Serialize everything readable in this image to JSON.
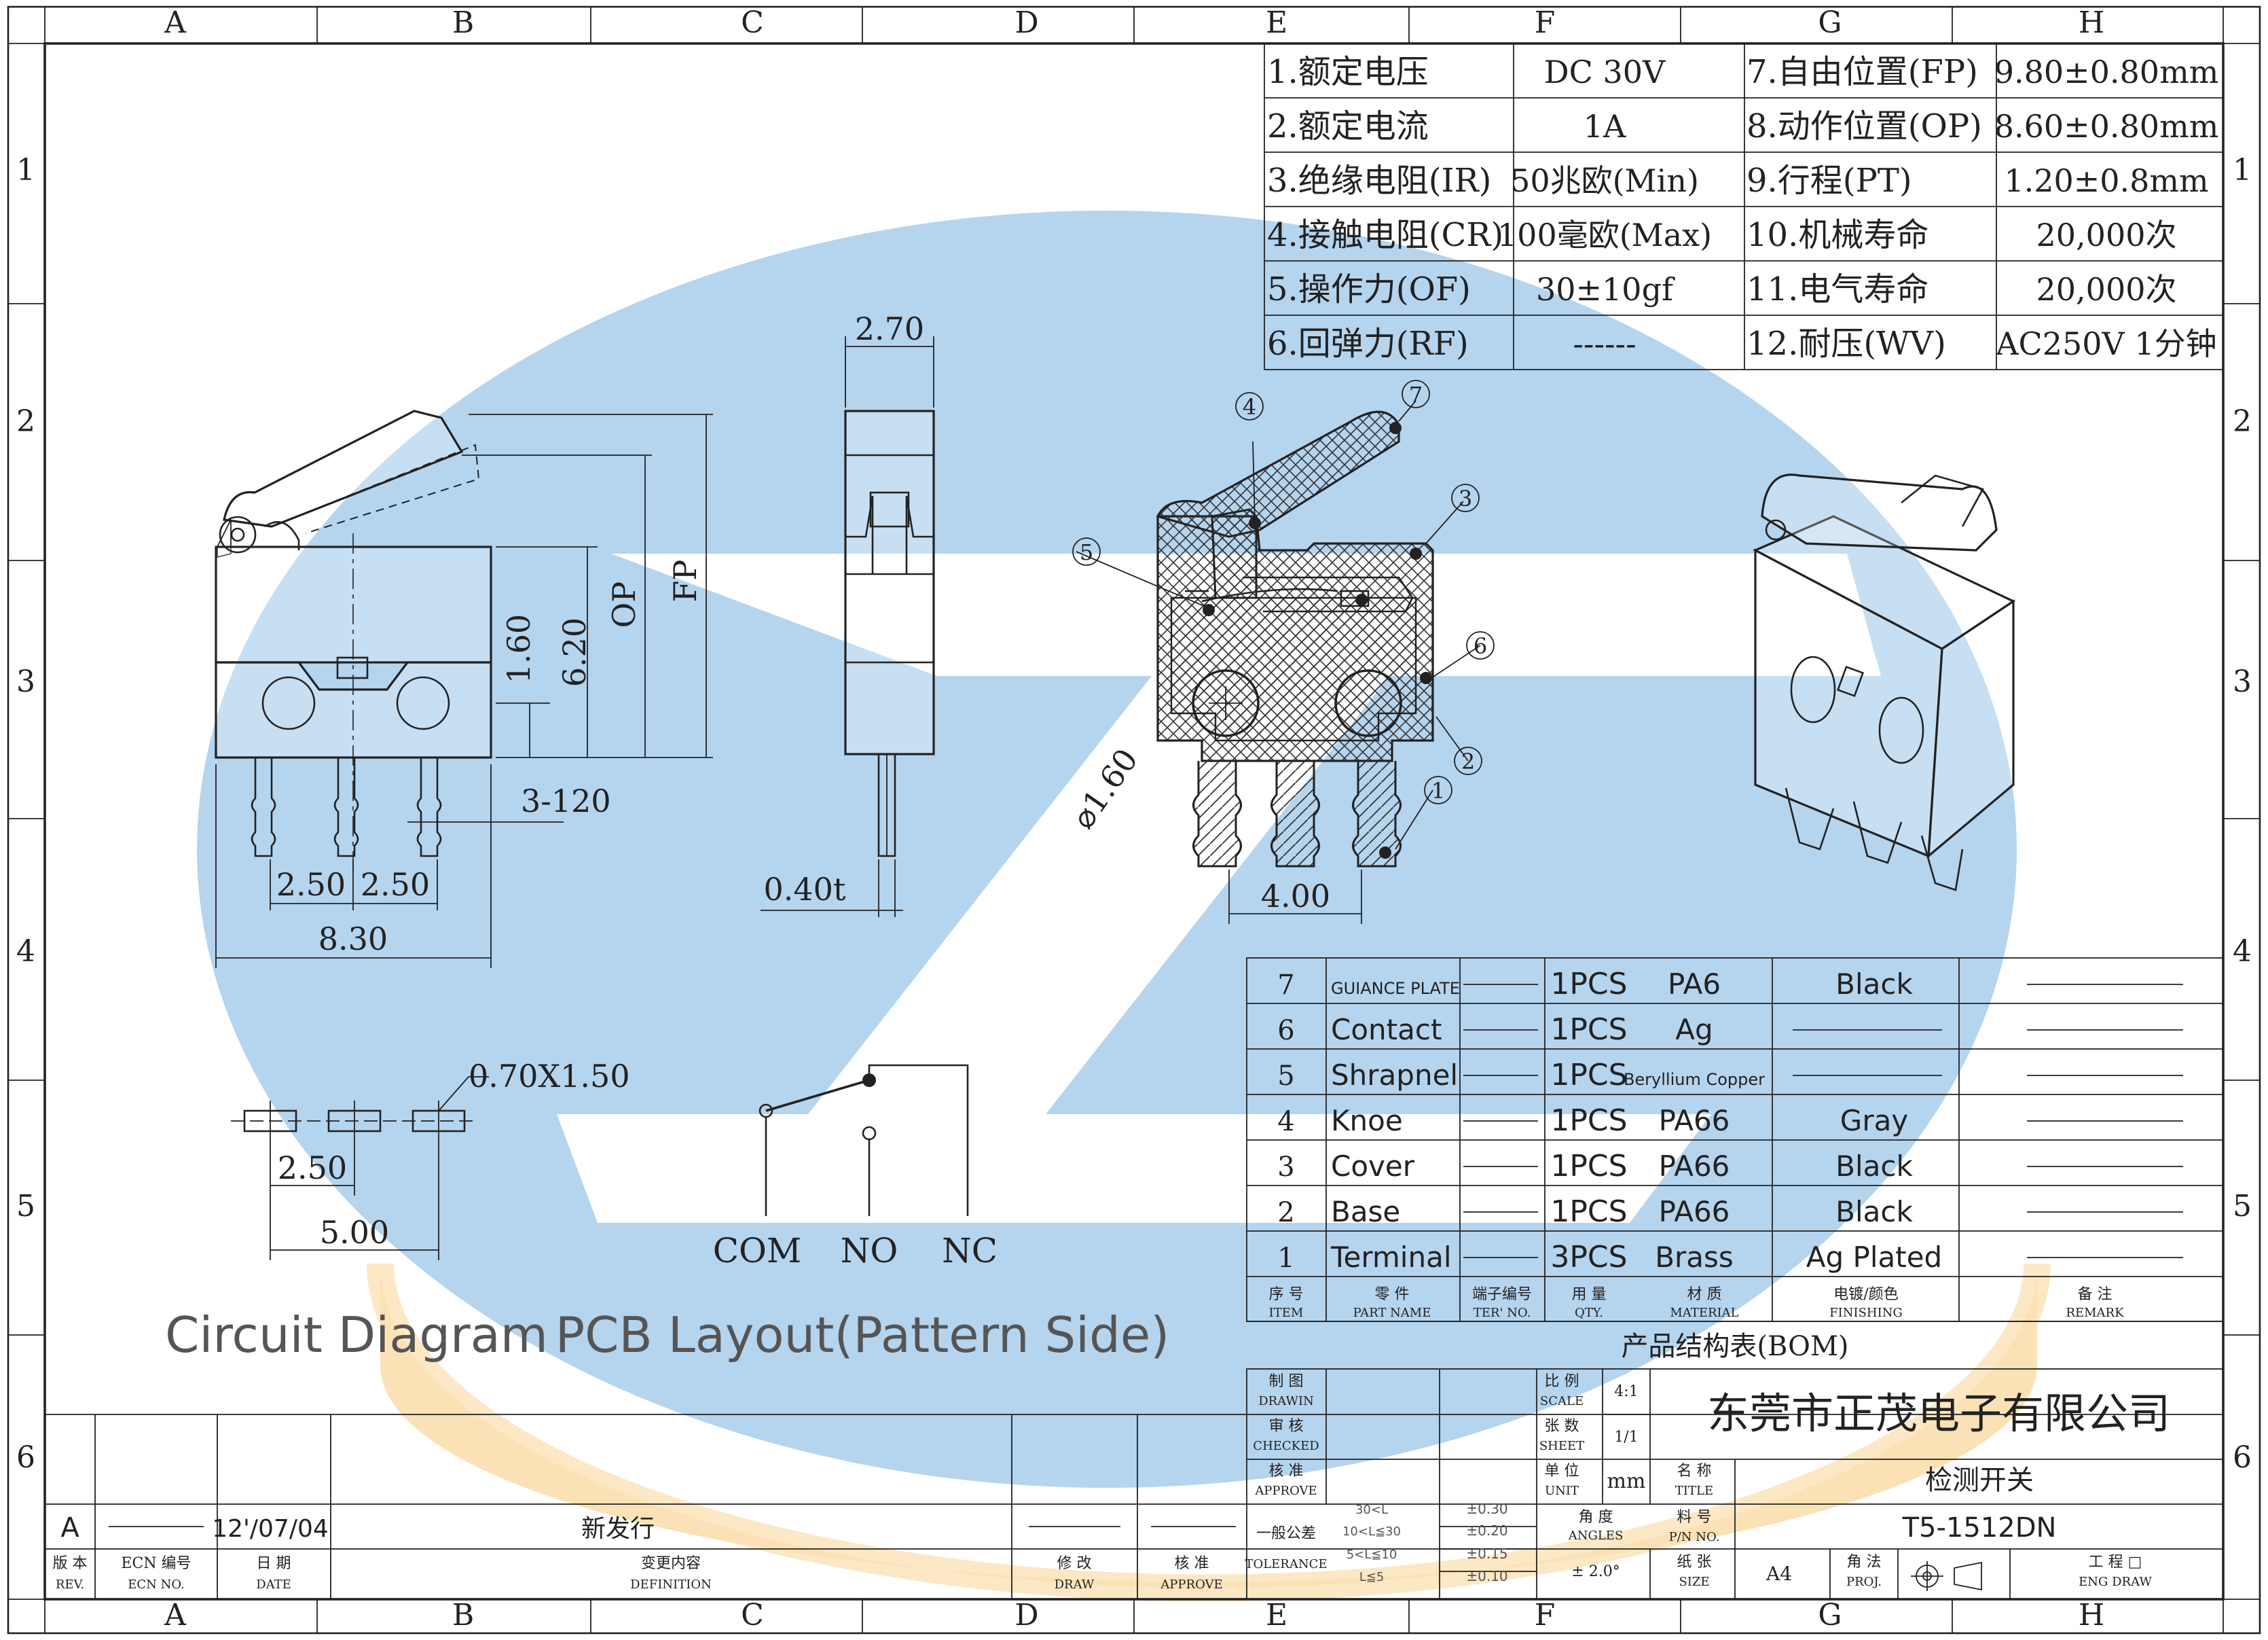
{
  "border": {
    "columns": [
      "A",
      "B",
      "C",
      "D",
      "E",
      "F",
      "G",
      "H"
    ],
    "rows": [
      "1",
      "2",
      "3",
      "4",
      "5",
      "6"
    ]
  },
  "specs": [
    {
      "label": "1.额定电压",
      "value": "DC 30V"
    },
    {
      "label": "2.额定电流",
      "value": "1A"
    },
    {
      "label": "3.绝缘电阻(IR)",
      "value": "50兆欧(Min)"
    },
    {
      "label": "4.接触电阻(CR)",
      "value": "100毫欧(Max)"
    },
    {
      "label": "5.操作力(OF)",
      "value": "30±10gf"
    },
    {
      "label": "6.回弹力(RF)",
      "value": "------"
    },
    {
      "label": "7.自由位置(FP)",
      "value": "9.80±0.80mm"
    },
    {
      "label": "8.动作位置(OP)",
      "value": "8.60±0.80mm"
    },
    {
      "label": "9.行程(PT)",
      "value": "1.20±0.8mm"
    },
    {
      "label": "10.机械寿命",
      "value": "20,000次"
    },
    {
      "label": "11.电气寿命",
      "value": "20,000次"
    },
    {
      "label": "12.耐压(WV)",
      "value": "AC250V 1分钟"
    }
  ],
  "front_view": {
    "dim_width": "8.30",
    "dim_pitch_left": "2.50",
    "dim_pitch_right": "2.50",
    "dim_holes": "3-120",
    "dim_h1": "1.60",
    "dim_h2": "6.20",
    "dim_op": "OP",
    "dim_fp": "FP"
  },
  "side_view": {
    "dim_width": "2.70",
    "dim_thickness": "0.40t"
  },
  "section_view": {
    "dim_hole": "⌀1.60",
    "dim_spacing": "4.00",
    "callouts": [
      "1",
      "2",
      "3",
      "4",
      "5",
      "6",
      "7"
    ]
  },
  "pcb": {
    "dim_pad": "0.70X1.50",
    "dim_pitch": "2.50",
    "dim_span": "5.00",
    "caption": "PCB Layout(Pattern Side)"
  },
  "circuit": {
    "labels": [
      "COM",
      "NO",
      "NC"
    ],
    "caption": "Circuit Diagram"
  },
  "bom": {
    "rows": [
      {
        "item": "7",
        "name": "GUIANCE PLATE",
        "qty": "1PCS",
        "material": "PA6",
        "finish": "Black"
      },
      {
        "item": "6",
        "name": "Contact",
        "qty": "1PCS",
        "material": "Ag",
        "finish": ""
      },
      {
        "item": "5",
        "name": "Shrapnel",
        "qty": "1PCS",
        "material": "Beryllium Copper",
        "finish": ""
      },
      {
        "item": "4",
        "name": "Knoe",
        "qty": "1PCS",
        "material": "PA66",
        "finish": "Gray"
      },
      {
        "item": "3",
        "name": "Cover",
        "qty": "1PCS",
        "material": "PA66",
        "finish": "Black"
      },
      {
        "item": "2",
        "name": "Base",
        "qty": "1PCS",
        "material": "PA66",
        "finish": "Black"
      },
      {
        "item": "1",
        "name": "Terminal",
        "qty": "3PCS",
        "material": "Brass",
        "finish": "Ag Plated"
      }
    ],
    "headers": [
      {
        "cn": "序 号",
        "en": "ITEM"
      },
      {
        "cn": "零 件",
        "en": "PART NAME"
      },
      {
        "cn": "端子编号",
        "en": "TER' NO."
      },
      {
        "cn": "用 量",
        "en": "QTY."
      },
      {
        "cn": "材 质",
        "en": "MATERIAL"
      },
      {
        "cn": "电镀/颜色",
        "en": "FINISHING"
      },
      {
        "cn": "备 注",
        "en": "REMARK"
      }
    ],
    "title": "产品结构表(BOM)"
  },
  "title_block": {
    "drawn": {
      "cn": "制 图",
      "en": "DRAWIN"
    },
    "checked": {
      "cn": "审 核",
      "en": "CHECKED"
    },
    "approve": {
      "cn": "核 准",
      "en": "APPROVE"
    },
    "tolerance": {
      "cn": "一般公差",
      "en": "TOLERANCE"
    },
    "tol_ranges": [
      "30<L",
      "10<L≦30",
      "5<L≦10",
      "L≦5"
    ],
    "tol_values": [
      "±0.30",
      "±0.20",
      "±0.15",
      "±0.10"
    ],
    "scale_label": {
      "cn": "比 例",
      "en": "SCALE"
    },
    "scale_value": "4:1",
    "sheet_label": {
      "cn": "张 数",
      "en": "SHEET"
    },
    "sheet_value": "1/1",
    "unit_label": {
      "cn": "单 位",
      "en": "UNIT"
    },
    "unit_value": "mm",
    "angles_label": {
      "cn": "角 度",
      "en": "ANGLES"
    },
    "angles_value": "± 2.0°",
    "company": "东莞市正茂电子有限公司",
    "title_label": {
      "cn": "名 称",
      "en": "TITLE"
    },
    "title_value": "检测开关",
    "pn_label": {
      "cn": "料 号",
      "en": "P/N NO."
    },
    "pn_value": "T5-1512DN",
    "size_label": {
      "cn": "纸 张",
      "en": "SIZE"
    },
    "size_value": "A4",
    "proj_label": {
      "cn": "角 法",
      "en": "PROJ."
    },
    "eng_label": {
      "cn": "工 程 □",
      "en": "ENG DRAW"
    }
  },
  "revision": {
    "rev": "A",
    "ecn": "",
    "date": "12'/07/04",
    "definition": "新发行",
    "headers": [
      {
        "cn": "版 本",
        "en": "REV."
      },
      {
        "cn": "ECN 编号",
        "en": "ECN NO."
      },
      {
        "cn": "日 期",
        "en": "DATE"
      },
      {
        "cn": "变更内容",
        "en": "DEFINITION"
      },
      {
        "cn": "修 改",
        "en": "DRAW"
      },
      {
        "cn": "核 准",
        "en": "APPROVE"
      }
    ]
  },
  "colors": {
    "watermark_blue": "#b5d4ee",
    "watermark_orange": "#fbe2b6",
    "line": "#222222"
  }
}
